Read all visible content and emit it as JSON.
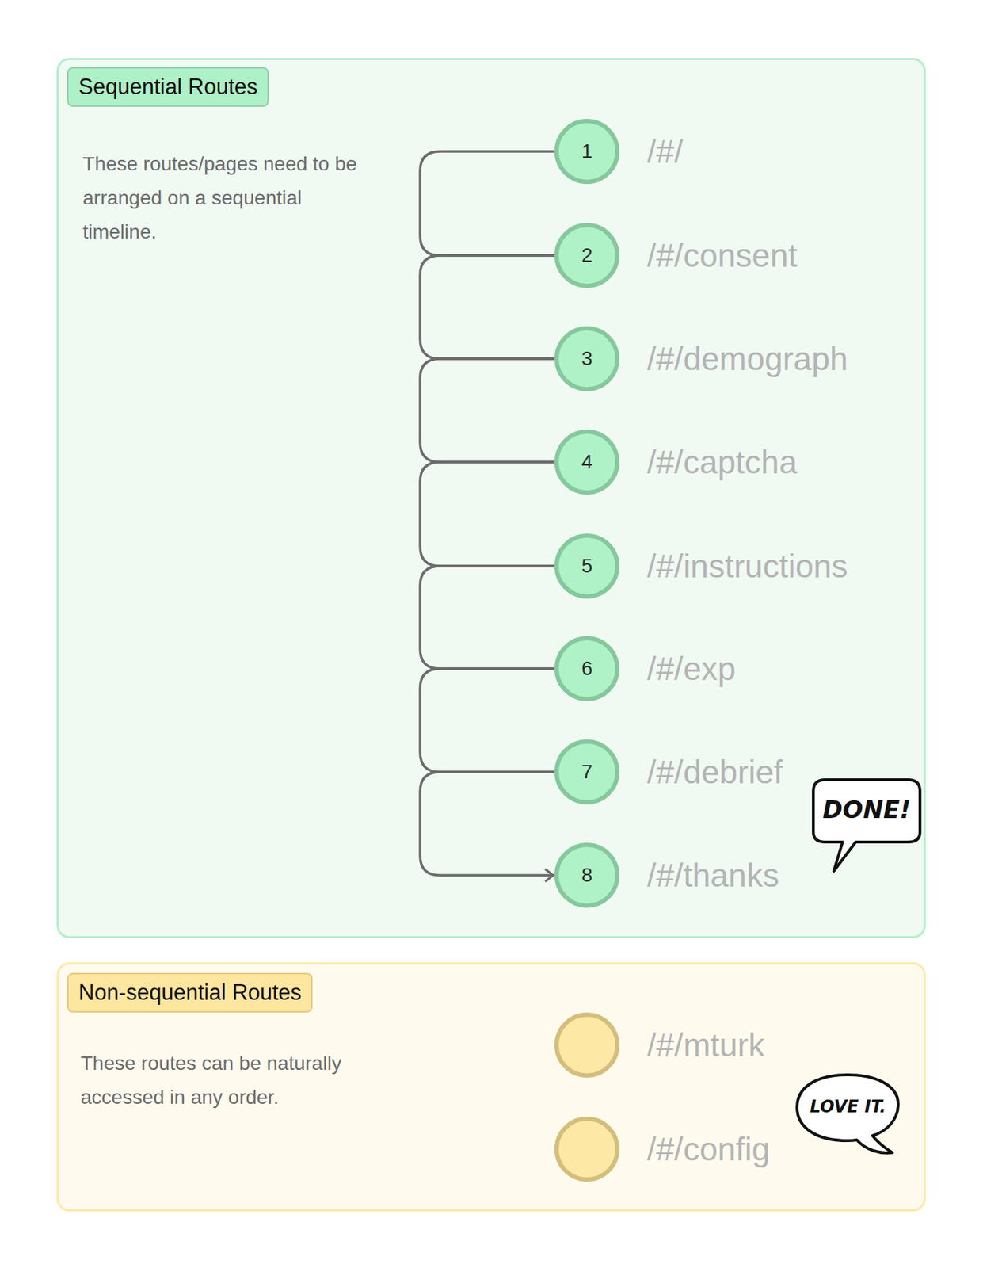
{
  "diagram": {
    "nodes": [
      {
        "text": [
          "Sequential Routes",
          "These routes/pages need to be arranged on a sequential timeline."
        ]
      },
      {
        "text": [
          "1",
          "/#/"
        ],
        "in": 0
      },
      {
        "text": [
          "2",
          "/#/consent"
        ],
        "in": 0
      },
      {
        "text": [
          "3",
          "/#/demograph"
        ],
        "in": 0
      },
      {
        "text": [
          "4",
          "/#/captcha"
        ],
        "in": 0
      },
      {
        "text": [
          "5",
          "/#/instructions"
        ],
        "in": 0
      },
      {
        "text": [
          "6",
          "/#/exp"
        ],
        "in": 0
      },
      {
        "text": [
          "7",
          "/#/debrief"
        ],
        "in": 0
      },
      {
        "text": [
          "8",
          "/#/thanks"
        ],
        "in": 0
      },
      {
        "text": [
          "DONE!"
        ],
        "in": 0
      },
      {
        "text": [
          "Non-sequential Routes",
          "These routes can be naturally accessed in any order."
        ]
      },
      {
        "text": [
          "/#/mturk"
        ],
        "in": 10
      },
      {
        "text": [
          "/#/config"
        ],
        "in": 10
      },
      {
        "text": [
          "LOVE IT."
        ],
        "in": 10
      }
    ],
    "edges": [
      {
        "from": 1,
        "to": 2,
        "arrow": "none"
      },
      {
        "from": 2,
        "to": 3,
        "arrow": "none"
      },
      {
        "from": 3,
        "to": 4,
        "arrow": "none"
      },
      {
        "from": 4,
        "to": 5,
        "arrow": "none"
      },
      {
        "from": 5,
        "to": 6,
        "arrow": "none"
      },
      {
        "from": 6,
        "to": 7,
        "arrow": "none"
      },
      {
        "from": 7,
        "to": 8,
        "arrow": "to"
      }
    ]
  }
}
